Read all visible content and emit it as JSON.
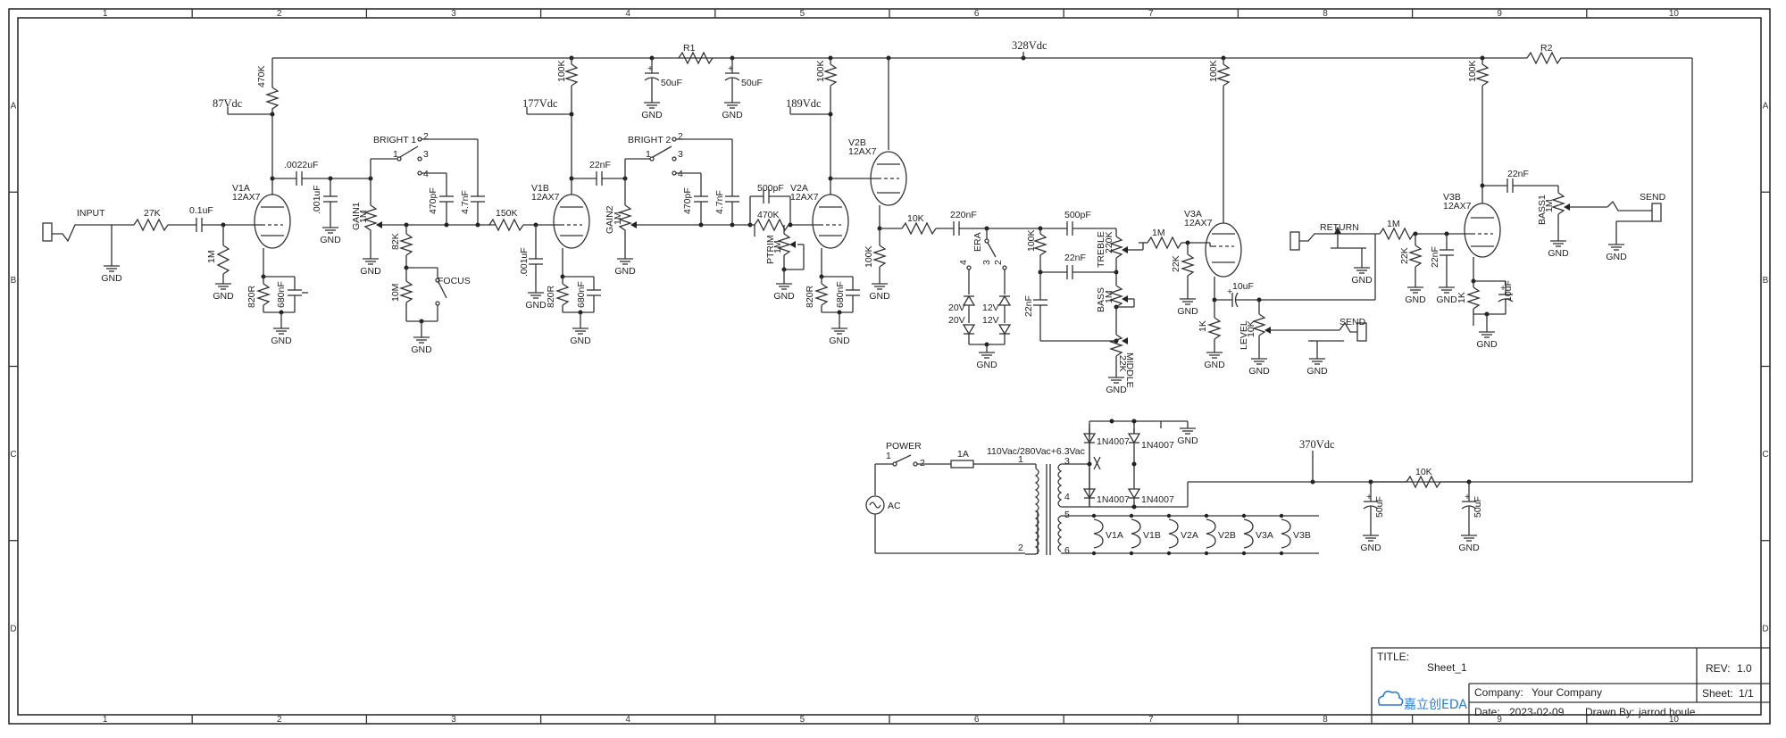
{
  "frame": {
    "columns": [
      "1",
      "2",
      "3",
      "4",
      "5",
      "6",
      "7",
      "8",
      "9",
      "10"
    ],
    "rows": [
      "A",
      "B",
      "C",
      "D"
    ]
  },
  "labels": {
    "input": "INPUT",
    "r27k": "27K",
    "c01": "0.1uF",
    "r1m_in": "1M",
    "v1a": "V1A",
    "v1a_t": "12AX7",
    "r470k": "470K",
    "v87": "87Vdc",
    "c0022": ".0022uF",
    "c001a": ".001uF",
    "gain1": "GAIN1",
    "gain1_v": "1M",
    "bright1": "BRIGHT 1",
    "r82k": "82K",
    "r10m": "10M",
    "focus": "FOCUS",
    "c470pf1": "470pF",
    "c47nf1": "4.7nF",
    "r820_1": "820R",
    "c680_1": "680nF",
    "r150k": "150K",
    "c001b": ".001uF",
    "v1b": "V1B",
    "v1b_t": "12AX7",
    "r100k_b": "100K",
    "v177": "177Vdc",
    "c22nf1": "22nF",
    "gain2": "GAIN2",
    "gain2_v": "1M",
    "bright2": "BRIGHT 2",
    "c470pf2": "470pF",
    "c47nf2": "4.7nF",
    "r820_2": "820R",
    "c680_2": "680nF",
    "r1": "R1",
    "c50a": "50uF",
    "c50b": "50uF",
    "v2a": "V2A",
    "v2a_t": "12AX7",
    "r100k_c": "100K",
    "v189": "189Vdc",
    "c500pf": "500pF",
    "r470k2": "470K",
    "ptrim": "PTRIM",
    "ptrim_v": "1M",
    "r820_3": "820R",
    "c680_3": "680nF",
    "v2b": "V2B",
    "v2b_t": "12AX7",
    "r10k": "10K",
    "r100k_d": "100K",
    "c220nf": "220nF",
    "era": "ERA",
    "d20v1": "20V",
    "d20v2": "20V",
    "d12v1": "12V",
    "d12v2": "12V",
    "r100k_e": "100K",
    "c22nf_t": "22nF",
    "c22nf_v": "22nF",
    "c500pf_t": "500pF",
    "treble": "TREBLE",
    "treble_v": "220K",
    "bass": "BASS",
    "bass_v": "1M",
    "middle": "MIDDLE",
    "middle_v": "22K",
    "v328": "328Vdc",
    "r1m_a": "1M",
    "v3a": "V3A",
    "v3a_t": "12AX7",
    "r100k_f": "100K",
    "r22k_a": "22K",
    "r1k_a": "1K",
    "c10uf_a": "10uF",
    "level": "LEVEL",
    "level_v": "10K",
    "send1": "SEND",
    "return": "RETURN",
    "r1m_b": "1M",
    "r22k_b": "22K",
    "c22nf_b": "22nF",
    "v3b": "V3B",
    "v3b_t": "12AX7",
    "r100k_g": "100K",
    "c22nf_c": "22nF",
    "bass1": "BASS1",
    "bass1_v": "1M",
    "r1k_b": "1K",
    "c10uf_b": "10uF",
    "send2": "SEND",
    "r2": "R2",
    "power": "POWER",
    "fuse": "1A",
    "ac": "AC",
    "xfmr": "110Vac/280Vac+6.3Vac",
    "d1": "1N4007",
    "d2": "1N4007",
    "d3": "1N4007",
    "d4": "1N4007",
    "v370": "370Vdc",
    "r10k_p": "10K",
    "c50c": "50uF",
    "c50d": "50uF",
    "heaters": [
      "V1A",
      "V1B",
      "V2A",
      "V2B",
      "V3A",
      "V3B"
    ],
    "gnd": "GND"
  },
  "title_block": {
    "title_label": "TITLE:",
    "title": "Sheet_1",
    "rev_label": "REV:",
    "rev": "1.0",
    "company_label": "Company:",
    "company": "Your Company",
    "sheet_label": "Sheet:",
    "sheet": "1/1",
    "date_label": "Date:",
    "date": "2023-02-09",
    "drawn_label": "Drawn By:",
    "drawn": "jarrod houle",
    "logo": "嘉立创EDA"
  }
}
